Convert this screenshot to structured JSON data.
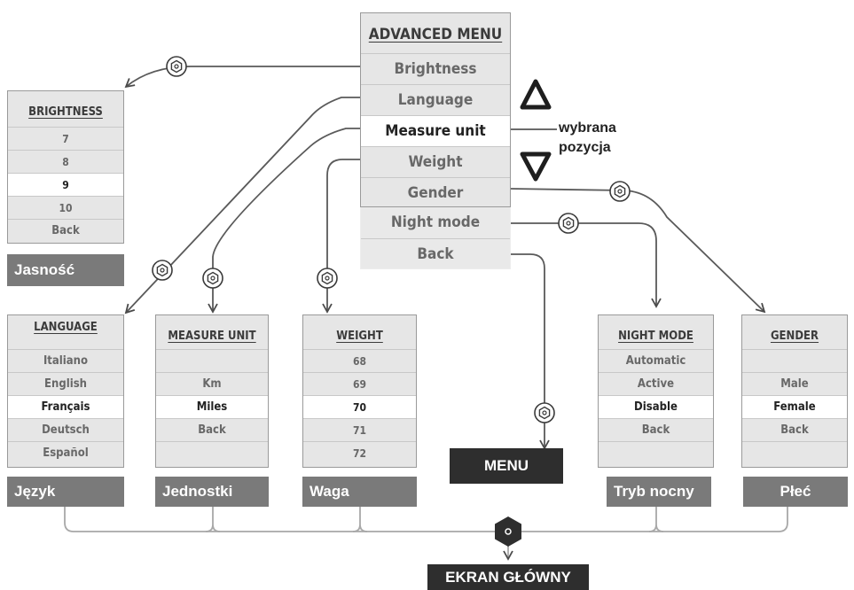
{
  "advanced_menu": {
    "title": "ADVANCED MENU",
    "items": [
      "Brightness",
      "Language",
      "Measure unit",
      "Weight",
      "Gender"
    ],
    "extra_items": [
      "Night mode",
      "Back"
    ],
    "selected": "Measure unit"
  },
  "annotation": {
    "line1": "wybrana",
    "line2": "pozycja"
  },
  "brightness": {
    "title": "BRIGHTNESS",
    "items": [
      "7",
      "8",
      "9",
      "10",
      "Back"
    ],
    "selected": "9",
    "label": "Jasność"
  },
  "language": {
    "title": "LANGUAGE",
    "items": [
      "Italiano",
      "English",
      "Français",
      "Deutsch",
      "Español"
    ],
    "selected": "Français",
    "label": "Język"
  },
  "measure_unit": {
    "title": "MEASURE UNIT",
    "items": [
      "",
      "Km",
      "Miles",
      "Back",
      ""
    ],
    "selected": "Miles",
    "label": "Jednostki"
  },
  "weight": {
    "title": "WEIGHT",
    "items": [
      "68",
      "69",
      "70",
      "71",
      "72"
    ],
    "selected": "70",
    "label": "Waga"
  },
  "night_mode": {
    "title": "NIGHT MODE",
    "items": [
      "Automatic",
      "Active",
      "Disable",
      "Back",
      ""
    ],
    "selected": "Disable",
    "label": "Tryb nocny"
  },
  "gender": {
    "title": "GENDER",
    "items": [
      "",
      "Male",
      "Female",
      "Back",
      ""
    ],
    "selected": "Female",
    "label": "Płeć"
  },
  "menu_button": "MENU",
  "home_screen": "EKRAN GŁÓWNY",
  "colors": {
    "box_fill": "#e6e6e6",
    "box_border": "#9a9a9a",
    "selected_fill": "#ffffff",
    "label_fill": "#7a7a7a",
    "dark_fill": "#2e2e2e",
    "line": "#5a5a5a"
  },
  "icons": [
    "hexagon-button-icon",
    "up-arrow-icon",
    "down-arrow-icon"
  ]
}
